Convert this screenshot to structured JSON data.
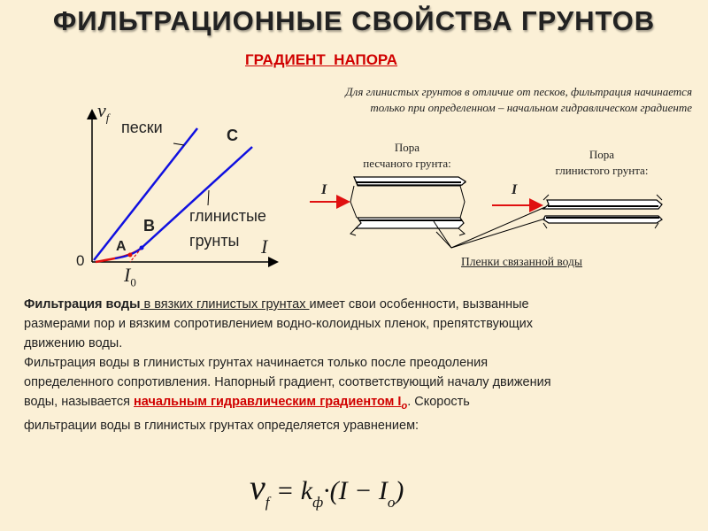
{
  "title": "ФИЛЬТРАЦИОННЫЕ СВОЙСТВА ГРУНТОВ",
  "subtitle": "ГРАДИЕНТ  НАПОРА",
  "note": {
    "line1": "Для глинистых грунтов в отличие от песков, фильтрация начинается",
    "line2": "только при определенном – начальном гидравлическом градиенте"
  },
  "graph": {
    "y_axis_var": "v",
    "y_axis_sub": "f",
    "x_axis_var": "I",
    "origin": "0",
    "sands_label": "пески",
    "clays_label_1": "глинистые",
    "clays_label_2": "грунты",
    "point_a": "A",
    "point_b": "B",
    "point_c": "C",
    "i0_var": "I",
    "i0_sub": "0",
    "colors": {
      "sands": "#1010e0",
      "clays": "#1010e0",
      "initial": "#e01010"
    }
  },
  "pores": {
    "sand_label_1": "Пора",
    "sand_label_2": "песчаного грунта:",
    "clay_label_1": "Пора",
    "clay_label_2": "глинистого грунта:",
    "arrow_label_1": "I",
    "arrow_label_2": "I",
    "films_label": "Пленки связанной воды"
  },
  "body": {
    "p1_bold": "Фильтрация воды",
    "p1_link": " в вязких глинистых грунтах ",
    "p1_rest": "имеет свои особенности, вызванные",
    "p1_line2": "размерами пор и вязким сопротивлением водно-колоидных пленок, препятствующих",
    "p1_line3": "движению воды.",
    "p2_line1": "Фильтрация воды в глинистых грунтах начинается только после преодоления",
    "p2_line2": "определенного сопротивления. Напорный градиент, соответствующий началу движения",
    "p2_line3_start": "воды, называется ",
    "p2_term": "начальным гидравлическим градиентом   I",
    "p2_term_sub": "o",
    "p2_line3_end": ". Скорость",
    "p2_line4": "фильтрации воды в глинистых грунтах определяется уравнением:"
  },
  "formula": {
    "v": "v",
    "v_sub": "f",
    "eq": " = k",
    "k_sub": "ф",
    "rest": "·(I − I",
    "i_sub": "o",
    "close": ")"
  }
}
